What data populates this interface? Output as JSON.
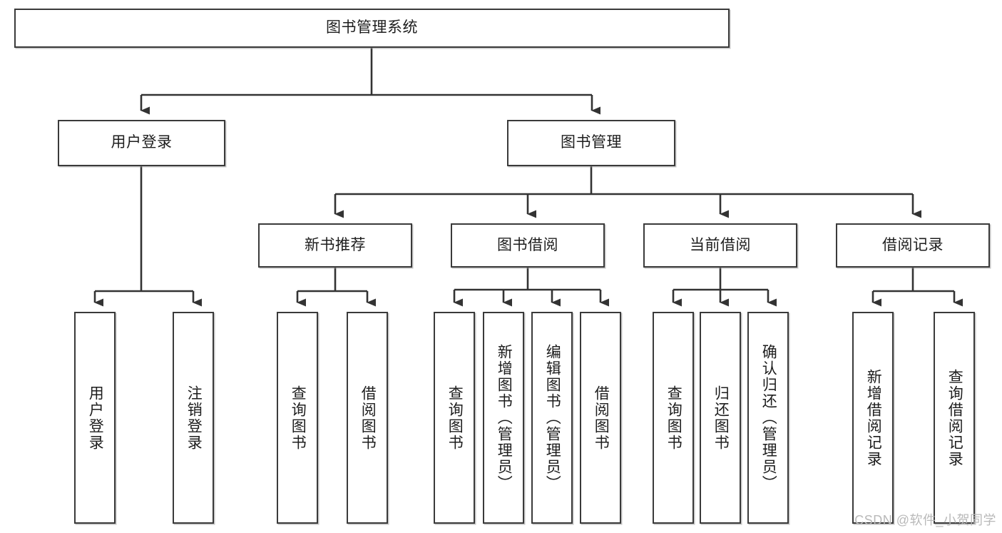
{
  "diagram": {
    "type": "tree-hierarchy",
    "title": "图书管理系统",
    "watermark": "CSDN @软件_小贺同学",
    "colors": {
      "box_border": "#3a3a3a",
      "box_fill": "#ffffff",
      "connector": "#333333",
      "text": "#1d1d1d",
      "watermark": "#b9b9b9"
    },
    "levels": {
      "root": {
        "label": "图书管理系统"
      },
      "level2": [
        {
          "label": "用户登录"
        },
        {
          "label": "图书管理"
        }
      ],
      "level3": [
        {
          "label": "新书推荐"
        },
        {
          "label": "图书借阅"
        },
        {
          "label": "当前借阅"
        },
        {
          "label": "借阅记录"
        }
      ],
      "leaves": {
        "user_login": [
          {
            "label": "用户登录"
          },
          {
            "label": "注销登录"
          }
        ],
        "new_book_recommend": [
          {
            "label": "查询图书"
          },
          {
            "label": "借阅图书"
          }
        ],
        "book_borrow": [
          {
            "label": "查询图书"
          },
          {
            "label": "新增图书（管理员）"
          },
          {
            "label": "编辑图书（管理员）"
          },
          {
            "label": "借阅图书"
          }
        ],
        "current_borrow": [
          {
            "label": "查询图书"
          },
          {
            "label": "归还图书"
          },
          {
            "label": "确认归还（管理员）"
          }
        ],
        "borrow_record": [
          {
            "label": "新增借阅记录"
          },
          {
            "label": "查询借阅记录"
          }
        ]
      }
    }
  }
}
